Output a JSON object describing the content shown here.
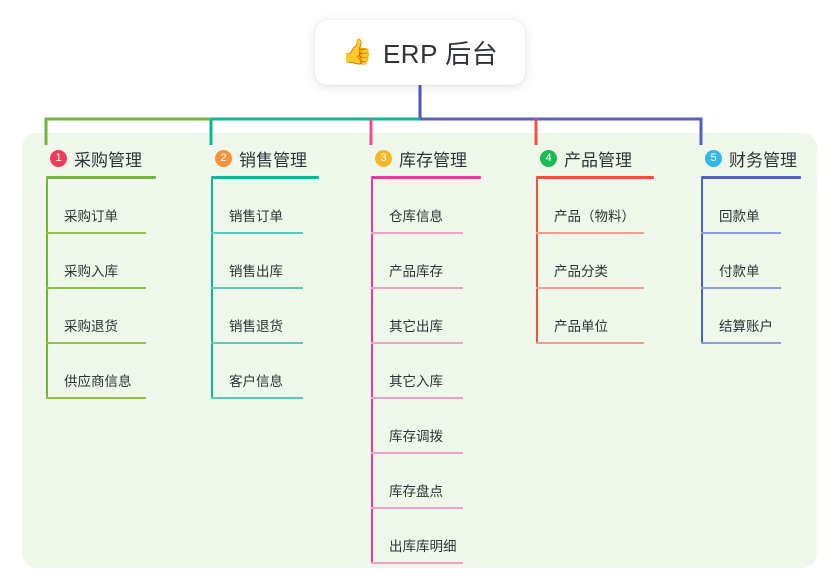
{
  "diagram": {
    "type": "mind-map",
    "background_color": "#ffffff",
    "panel_color": "#eef7e9",
    "root": {
      "icon": "thumbs-up-emoji",
      "icon_glyph": "👍",
      "title": "ERP 后台",
      "stem_color": "#4f55bb"
    },
    "trunk": {
      "segments": [
        {
          "color": "#76b442"
        },
        {
          "color": "#09b79a"
        },
        {
          "color": "#5a5fc0"
        }
      ]
    },
    "branches": [
      {
        "number": "1",
        "title": "采购管理",
        "badge_color": "#ef3b5b",
        "rule_color": "#76b442",
        "line_color": "#76b442",
        "drop_color": "#76b442",
        "leaf_rule_color": "#8cc24a",
        "items": [
          "采购订单",
          "采购入库",
          "采购退货",
          "供应商信息"
        ]
      },
      {
        "number": "2",
        "title": "销售管理",
        "badge_color": "#f5923e",
        "rule_color": "#09b79a",
        "line_color": "#09b79a",
        "drop_color": "#09b79a",
        "leaf_rule_color": "#5cc8bd",
        "items": [
          "销售订单",
          "销售出库",
          "销售退货",
          "客户信息"
        ]
      },
      {
        "number": "3",
        "title": "库存管理",
        "badge_color": "#f6b726",
        "rule_color": "#e8399c",
        "line_color": "#e8399c",
        "drop_color": "#ee4e94",
        "leaf_rule_color": "#eda0c8",
        "items": [
          "仓库信息",
          "产品库存",
          "其它出库",
          "其它入库",
          "库存调拨",
          "库存盘点",
          "出库库明细"
        ]
      },
      {
        "number": "4",
        "title": "产品管理",
        "badge_color": "#1db954",
        "rule_color": "#f4503f",
        "line_color": "#f4503f",
        "drop_color": "#f4503f",
        "leaf_rule_color": "#f79b91",
        "items": [
          "产品（物料）",
          "产品分类",
          "产品单位"
        ]
      },
      {
        "number": "5",
        "title": "财务管理",
        "badge_color": "#33b7e8",
        "rule_color": "#4f62c4",
        "line_color": "#4f62c4",
        "drop_color": "#4f62c4",
        "leaf_rule_color": "#8b9ddb",
        "items": [
          "回款单",
          "付款单",
          "结算账户"
        ]
      }
    ]
  }
}
